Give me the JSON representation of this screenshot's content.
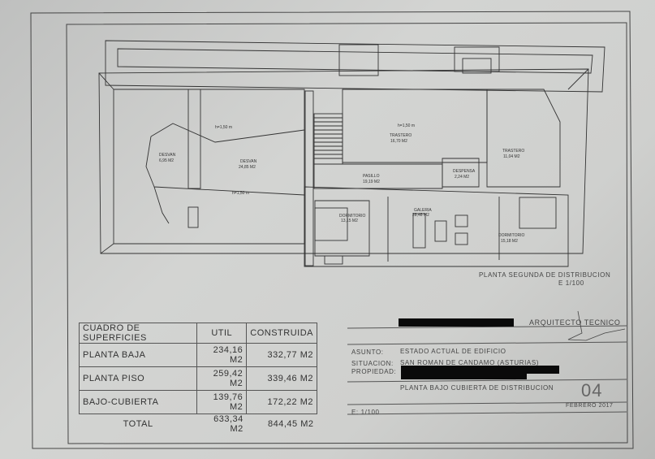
{
  "plan": {
    "title": "PLANTA SEGUNDA DE DISTRIBUCION",
    "scale": "E 1/100",
    "rooms": [
      {
        "name": "DESVAN",
        "area": "6,95 M2"
      },
      {
        "name": "DESVAN",
        "area": "24,85 M2"
      },
      {
        "name": "TRASTERO",
        "area": "16,70 M2"
      },
      {
        "name": "TRASTERO",
        "area": "11,04 M2"
      },
      {
        "name": "PASILLO",
        "area": "19,19 M2"
      },
      {
        "name": "DESPENSA",
        "area": "2,24 M2"
      },
      {
        "name": "DORMITORIO",
        "area": "13,15 M2"
      },
      {
        "name": "GALERIA",
        "area": "28,48 M2"
      },
      {
        "name": "DORMITORIO",
        "area": "15,18 M2"
      }
    ],
    "heights": [
      "h=1,50 m",
      "h=1,50 m",
      "h=1,50 m"
    ]
  },
  "table": {
    "headers": [
      "CUADRO DE SUPERFICIES",
      "UTIL",
      "CONSTRUIDA"
    ],
    "rows": [
      {
        "label": "PLANTA BAJA",
        "util": "234,16 M2",
        "construida": "332,77 M2"
      },
      {
        "label": "PLANTA PISO",
        "util": "259,42 M2",
        "construida": "339,46 M2"
      },
      {
        "label": "BAJO-CUBIERTA",
        "util": "139,76 M2",
        "construida": "172,22 M2"
      }
    ],
    "total": {
      "label": "TOTAL",
      "util": "633,34 M2",
      "construida": "844,45 M2"
    }
  },
  "title_block": {
    "role": "ARQUITECTO TECNICO",
    "asunto_label": "ASUNTO:",
    "asunto": "ESTADO ACTUAL DE EDIFICIO",
    "situacion_label": "SITUACION:",
    "situacion": "SAN ROMAN DE CANDAMO (ASTURIAS)",
    "propiedad_label": "PROPIEDAD:",
    "sheet_title": "PLANTA BAJO CUBIERTA DE DISTRIBUCION",
    "sheet_number": "04",
    "date": "FEBRERO 2017",
    "scale": "E: 1/100"
  }
}
